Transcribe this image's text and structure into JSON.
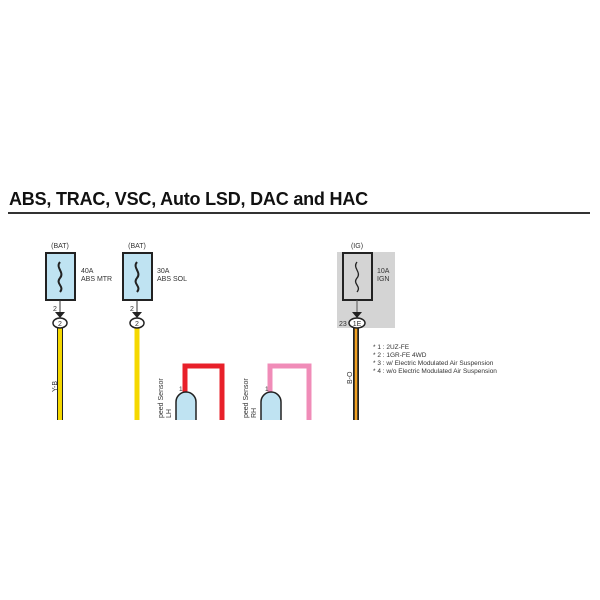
{
  "title": "ABS, TRAC, VSC, Auto LSD, DAC and HAC",
  "fuses": [
    {
      "source": "(BAT)",
      "amps": "40A",
      "name": "ABS MTR",
      "pin": "2",
      "connector": "2",
      "wire": "Y-B",
      "wire_color": "#f5d800"
    },
    {
      "source": "(BAT)",
      "amps": "30A",
      "name": "ABS SOL",
      "pin": "2",
      "connector": "2",
      "wire_color": "#f5d800"
    },
    {
      "source": "(IG)",
      "amps": "10A",
      "name": "IGN",
      "pin": "23",
      "connector": "1E",
      "wire": "B-O",
      "wire_color": "#f0a020"
    }
  ],
  "sensors": [
    {
      "label": "peed Sensor",
      "side": "LH",
      "pin": "1",
      "wire_color": "#e8202a"
    },
    {
      "label": "peed Sensor",
      "side": "RH",
      "pin": "1",
      "wire_color": "#f08cb8"
    }
  ],
  "notes": [
    "* 1 : 2UZ-FE",
    "* 2 : 1GR-FE 4WD",
    "* 3 : w/ Electric Modulated Air Suspension",
    "* 4 : w/o Electric Modulated Air Suspension"
  ]
}
